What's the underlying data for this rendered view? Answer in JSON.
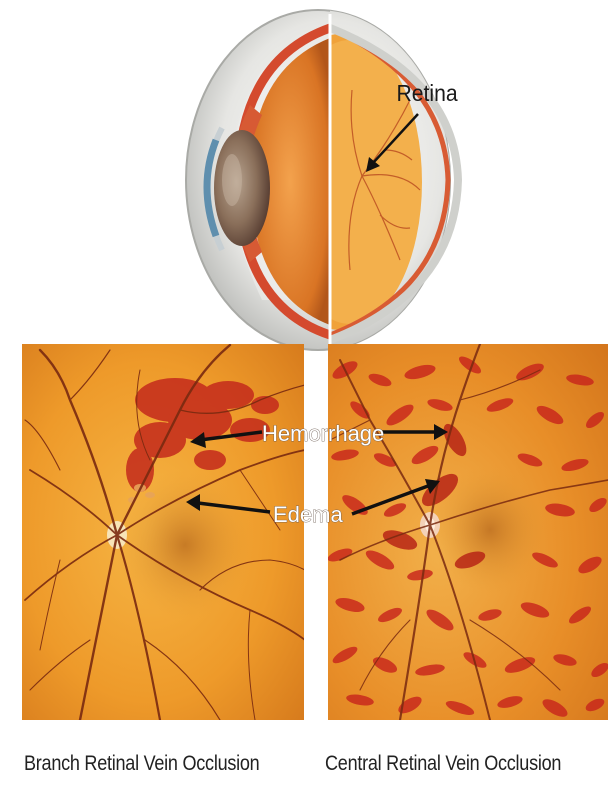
{
  "labels": {
    "retina": "Retina",
    "hemorrhage": "Hemorrhage",
    "edema": "Edema"
  },
  "captions": {
    "left": "Branch Retinal Vein Occlusion",
    "right": "Central Retinal Vein Occlusion"
  },
  "colors": {
    "fundus_base": "#f0a02a",
    "fundus_dark": "#d9761c",
    "hemorrhage_red": "#c8281e",
    "vessel": "#7a2a10",
    "sclera": "#e8e8e6",
    "label_text": "#ffffff",
    "arrow": "#111111"
  }
}
